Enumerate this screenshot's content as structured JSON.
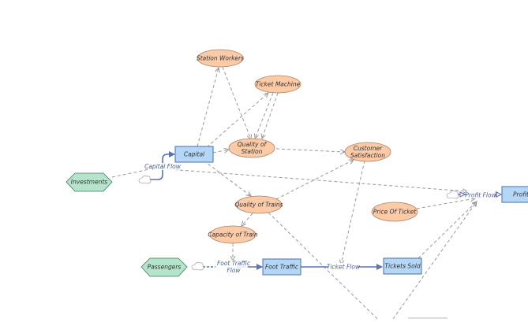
{
  "colors": {
    "variable_fill": "#fbcba8",
    "variable_stroke": "#b08060",
    "stock_fill": "#b5d7f7",
    "stock_stroke": "#4a6fa5",
    "source_fill": "#b5e3cb",
    "source_stroke": "#3e7a5a",
    "flow_line": "#5b73b0",
    "link_line": "#999999",
    "cloud_stroke": "#aaaaaa"
  },
  "diagram": {
    "variables": {
      "station_workers": "Station Workers",
      "ticket_machine": "Ticket Machine",
      "quality_of_station": [
        "Quality of",
        "Station"
      ],
      "customer_satisfaction": [
        "Customer",
        "Satisfaction"
      ],
      "quality_of_trains": "Quality of Trains",
      "capacity_of_train": "Capacity of Train",
      "price_of_ticket": "Price Of Ticket"
    },
    "stocks": {
      "capital": "Capital",
      "foot_traffic": "Foot Traffic",
      "tickets_sold": "Tickets Sold",
      "profit": "Profit"
    },
    "sources": {
      "investments": "Investments",
      "passengers": "Passengers"
    },
    "flows": {
      "capital_flow": "Capital Flow",
      "foot_traffic_flow": [
        "Foot Traffic",
        "Flow"
      ],
      "ticket_flow": "Ticket Flow",
      "profit_flow": "Profit Flow"
    }
  }
}
